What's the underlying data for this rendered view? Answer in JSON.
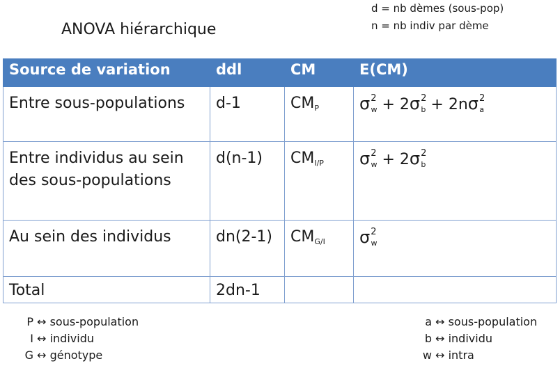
{
  "title": "ANOVA hiérarchique",
  "notes": [
    "d = nb dèmes (sous-pop)",
    "n = nb indiv par dème"
  ],
  "headers": [
    "Source de variation",
    "ddl",
    "CM",
    "E(CM)"
  ],
  "rows": [
    {
      "source": "Entre sous-populations",
      "ddl": "d-1",
      "cm": "CM",
      "cm_sub": "P",
      "ecm": [
        {
          "coef": "",
          "sub": "w"
        },
        {
          "coef": "2",
          "sub": "b"
        },
        {
          "coef": "2n",
          "sub": "a"
        }
      ]
    },
    {
      "source": "Entre individus au sein des sous-populations",
      "ddl": "d(n-1)",
      "cm": "CM",
      "cm_sub": "I/P",
      "ecm": [
        {
          "coef": "",
          "sub": "w"
        },
        {
          "coef": "2",
          "sub": "b"
        }
      ]
    },
    {
      "source": "Au sein des individus",
      "ddl": "dn(2-1)",
      "cm": "CM",
      "cm_sub": "G/I",
      "ecm": [
        {
          "coef": "",
          "sub": "w"
        }
      ]
    },
    {
      "source": "Total",
      "ddl": "2dn-1",
      "cm": "",
      "cm_sub": "",
      "ecm": []
    }
  ],
  "legend_left": [
    {
      "key": "P",
      "arrow": "↔",
      "text": "sous-population"
    },
    {
      "key": "I",
      "arrow": "↔",
      "text": "individu"
    },
    {
      "key": "G",
      "arrow": "↔",
      "text": "génotype"
    }
  ],
  "legend_right": [
    {
      "key": "a",
      "arrow": "↔",
      "text": "sous-population"
    },
    {
      "key": "b",
      "arrow": "↔",
      "text": "individu"
    },
    {
      "key": "w",
      "arrow": "↔",
      "text": "intra"
    }
  ],
  "sigma": "σ",
  "sup": "2",
  "plus": " + "
}
